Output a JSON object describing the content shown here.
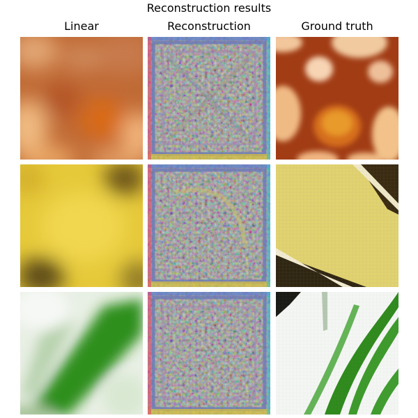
{
  "figure": {
    "title": "Reconstruction results",
    "columns": [
      {
        "title": "Linear"
      },
      {
        "title": "Reconstruction"
      },
      {
        "title": "Ground truth"
      }
    ]
  },
  "rows": [
    {
      "linear": "blurred orange-brown image with bright orange center",
      "reconstruction": "noisy multicolor grid-like pattern with rectangular frame",
      "ground_truth": "orange-brown surface with round light beige spots and a bright orange spot"
    },
    {
      "linear": "blurred yellow image with dark olive corners",
      "reconstruction": "noisy multicolor grid-like pattern with rectangular frame",
      "ground_truth": "pale yellow diagonal strip between dark brown areas"
    },
    {
      "linear": "blurred white and green diagonal image",
      "reconstruction": "noisy multicolor grid-like pattern with rectangular frame",
      "ground_truth": "white background with green diagonal leaf blades"
    }
  ]
}
